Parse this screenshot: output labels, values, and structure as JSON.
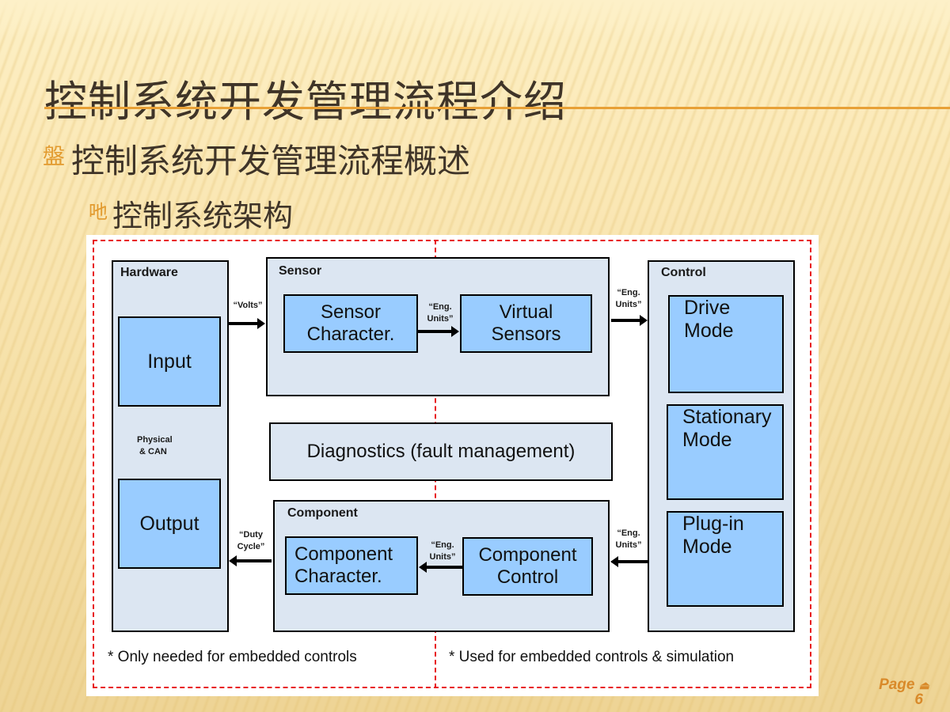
{
  "slide": {
    "title": "控制系统开发管理流程介绍",
    "bullet_level1": {
      "marker": "盤",
      "text": "控制系统开发管理流程概述"
    },
    "bullet_level2": {
      "marker": "吔",
      "text": "控制系统架构"
    },
    "page": {
      "label": "Page",
      "icon": "page-glyph",
      "icon_char": "⏏",
      "number": "6"
    },
    "colors": {
      "accent_orange": "#e8a036",
      "title_text": "#3f3428",
      "dashed_border": "#e8161b",
      "group_fill": "#dce6f2",
      "block_fill": "#99ccff"
    }
  },
  "diagram": {
    "hardware": {
      "label": "Hardware",
      "input": "Input",
      "physical_line1": "Physical",
      "physical_line2": "& CAN",
      "output": "Output"
    },
    "sensor": {
      "label": "Sensor",
      "character_line1": "Sensor",
      "character_line2": "Character.",
      "virtual_line1": "Virtual",
      "virtual_line2": "Sensors"
    },
    "control": {
      "label": "Control",
      "drive_line1": "Drive",
      "drive_line2": "Mode",
      "stationary_line1": "Stationary",
      "stationary_line2": "Mode",
      "plugin_line1": "Plug-in",
      "plugin_line2": "Mode"
    },
    "diagnostics": "Diagnostics (fault management)",
    "component": {
      "label": "Component",
      "character_line1": "Component",
      "character_line2": "Character.",
      "control_line1": "Component",
      "control_line2": "Control"
    },
    "signals": {
      "volts": "“Volts”",
      "eng_units_line1": "“Eng.",
      "eng_units_line2": "Units”",
      "duty_line1": "“Duty",
      "duty_line2": "Cycle”"
    },
    "notes": {
      "left": "* Only needed for embedded controls",
      "right": "* Used for embedded controls & simulation"
    }
  }
}
